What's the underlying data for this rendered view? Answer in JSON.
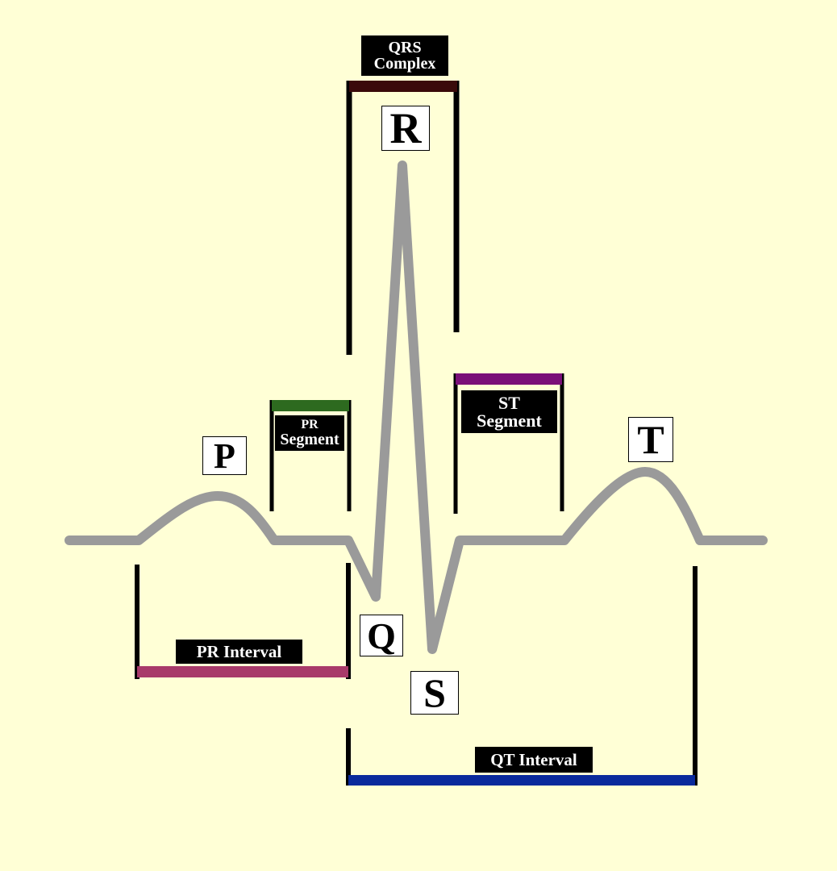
{
  "waves": {
    "p": "P",
    "q": "Q",
    "r": "R",
    "s": "S",
    "t": "T"
  },
  "labels": {
    "qrs_complex_line1": "QRS",
    "qrs_complex_line2": "Complex",
    "pr_segment_line1": "PR",
    "pr_segment_line2": "Segment",
    "st_segment_line1": "ST",
    "st_segment_line2": "Segment",
    "pr_interval": "PR Interval",
    "qt_interval": "QT Interval"
  },
  "colors": {
    "background": "#ffffd6",
    "trace": "#9a9a9a",
    "qrs_complex_bar": "#3a0a0a",
    "pr_segment_bar": "#2d6a1f",
    "st_segment_bar": "#7a0f78",
    "pr_interval_bar": "#a83a6a",
    "qt_interval_bar": "#0a2a9c"
  }
}
